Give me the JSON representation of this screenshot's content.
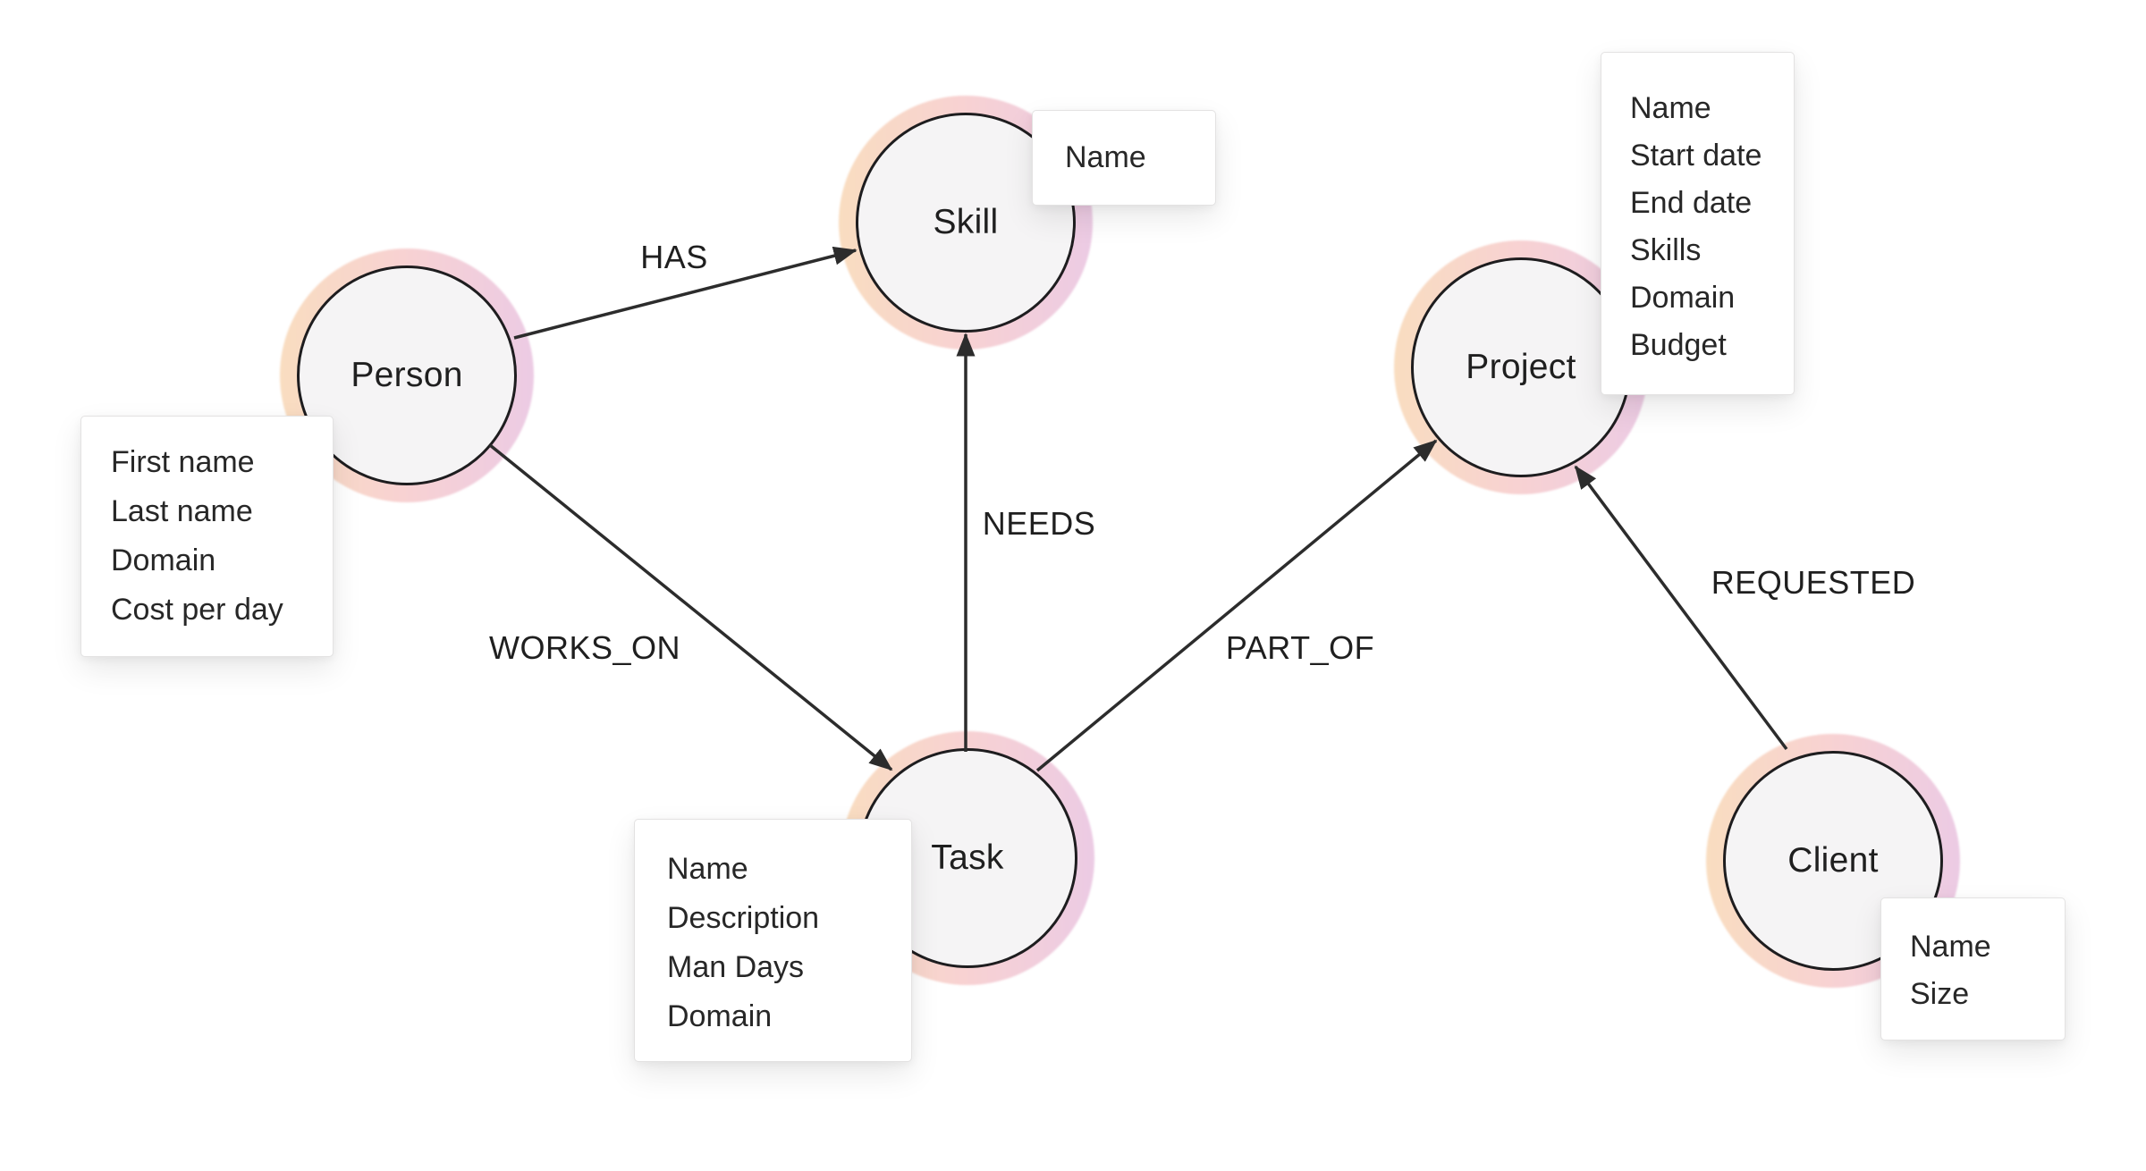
{
  "diagram": {
    "type": "graph-data-model",
    "colors": {
      "background": "#ffffff",
      "node_fill": "#f5f4f5",
      "node_border": "#1e1d1f",
      "ring_gradient_start": "#f9ddc0",
      "ring_gradient_mid": "#f8d2d2",
      "ring_gradient_end": "#eccbe4",
      "edge_color": "#2c2c2c",
      "text_color": "#1f1f1f",
      "card_background": "#ffffff",
      "card_border": "#e3e2e2"
    },
    "nodes": [
      {
        "label": "Person"
      },
      {
        "label": "Skill"
      },
      {
        "label": "Project"
      },
      {
        "label": "Task"
      },
      {
        "label": "Client"
      }
    ],
    "relationships": [
      {
        "label": "HAS",
        "from": "Person",
        "to": "Skill"
      },
      {
        "label": "NEEDS",
        "from": "Task",
        "to": "Skill"
      },
      {
        "label": "WORKS_ON",
        "from": "Person",
        "to": "Task"
      },
      {
        "label": "PART_OF",
        "from": "Task",
        "to": "Project"
      },
      {
        "label": "REQUESTED",
        "from": "Client",
        "to": "Project"
      }
    ],
    "property_cards": {
      "person": {
        "properties": [
          "First name",
          "Last name",
          "Domain",
          "Cost per day"
        ]
      },
      "skill": {
        "properties": [
          "Name"
        ]
      },
      "project": {
        "properties": [
          "Name",
          "Start date",
          "End date",
          "Skills",
          "Domain",
          "Budget"
        ]
      },
      "task": {
        "properties": [
          "Name",
          "Description",
          "Man Days",
          "Domain"
        ]
      },
      "client": {
        "properties": [
          "Name",
          "Size"
        ]
      }
    }
  }
}
